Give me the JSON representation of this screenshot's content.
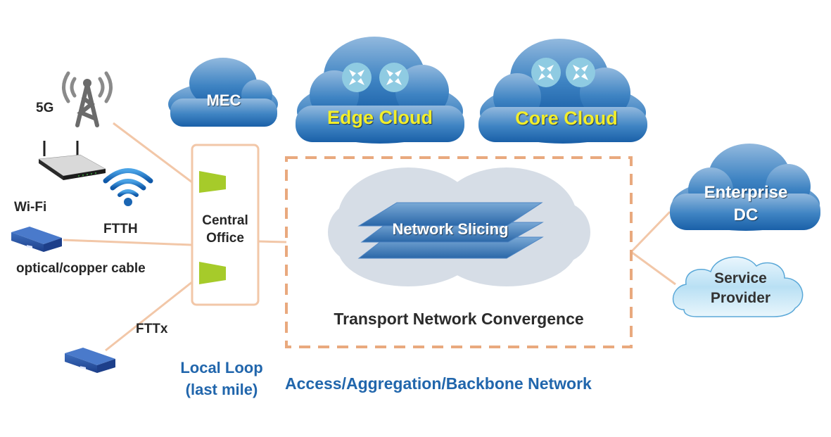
{
  "access": {
    "five_g": "5G",
    "wifi": "Wi-Fi",
    "ftth": "FTTH",
    "cable": "optical/copper cable",
    "fttx": "FTTx"
  },
  "central_office": {
    "line1": "Central",
    "line2": "Office"
  },
  "clouds": {
    "mec": "MEC",
    "edge": "Edge Cloud",
    "core": "Core Cloud",
    "enterprise_line1": "Enterprise",
    "enterprise_line2": "DC",
    "service_line1": "Service",
    "service_line2": "Provider"
  },
  "transport": {
    "slicing": "Network Slicing",
    "convergence": "Transport Network Convergence"
  },
  "sections": {
    "local_loop_line1": "Local Loop",
    "local_loop_line2": "(last mile)",
    "backbone": "Access/Aggregation/Backbone Network"
  },
  "colors": {
    "link": "#f2c7a8",
    "dashed_border": "#e9a97e",
    "cloud_blue_top": "#8fb7dc",
    "cloud_blue_bottom": "#1c64ab",
    "label_blue": "#2166ac",
    "cloud_label_yellow": "#f2ee2a",
    "co_green": "#a6cb2a",
    "transport_cloud": "#d6dde6"
  }
}
